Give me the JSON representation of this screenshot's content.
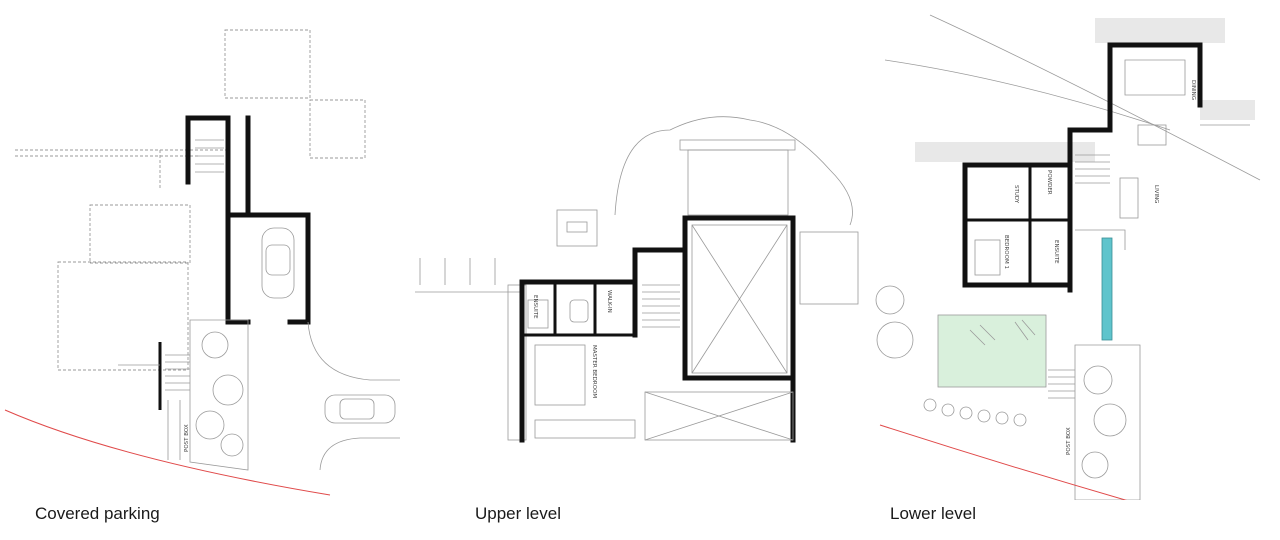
{
  "plans": [
    {
      "caption": "Covered parking",
      "room_labels": [
        "POST BOX"
      ]
    },
    {
      "caption": "Upper level",
      "room_labels": [
        "ENSUITE",
        "WALK-IN",
        "MASTER BEDROOM"
      ]
    },
    {
      "caption": "Lower level",
      "room_labels": [
        "DINING",
        "POWDER",
        "STUDY",
        "LIVING",
        "BEDROOM 1",
        "ENSUITE",
        "POST BOX"
      ]
    }
  ],
  "colors": {
    "wall": "#111111",
    "line": "#9a9a9a",
    "boundary": "#e04a4a",
    "pool": "#5fc4cc",
    "lawn": "#d9f0dc"
  }
}
